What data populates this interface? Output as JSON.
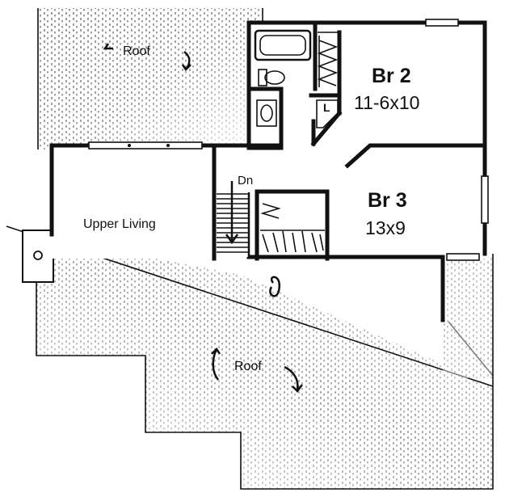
{
  "rooms": {
    "bedroom2": {
      "name": "Br 2",
      "size": "11-6x10"
    },
    "bedroom3": {
      "name": "Br 3",
      "size": "13x9"
    },
    "upper_living": {
      "name": "Upper Living"
    }
  },
  "labels": {
    "roof_top": "Roof",
    "roof_bottom": "Roof",
    "stairs_down": "Dn",
    "linen_closet": "L"
  }
}
